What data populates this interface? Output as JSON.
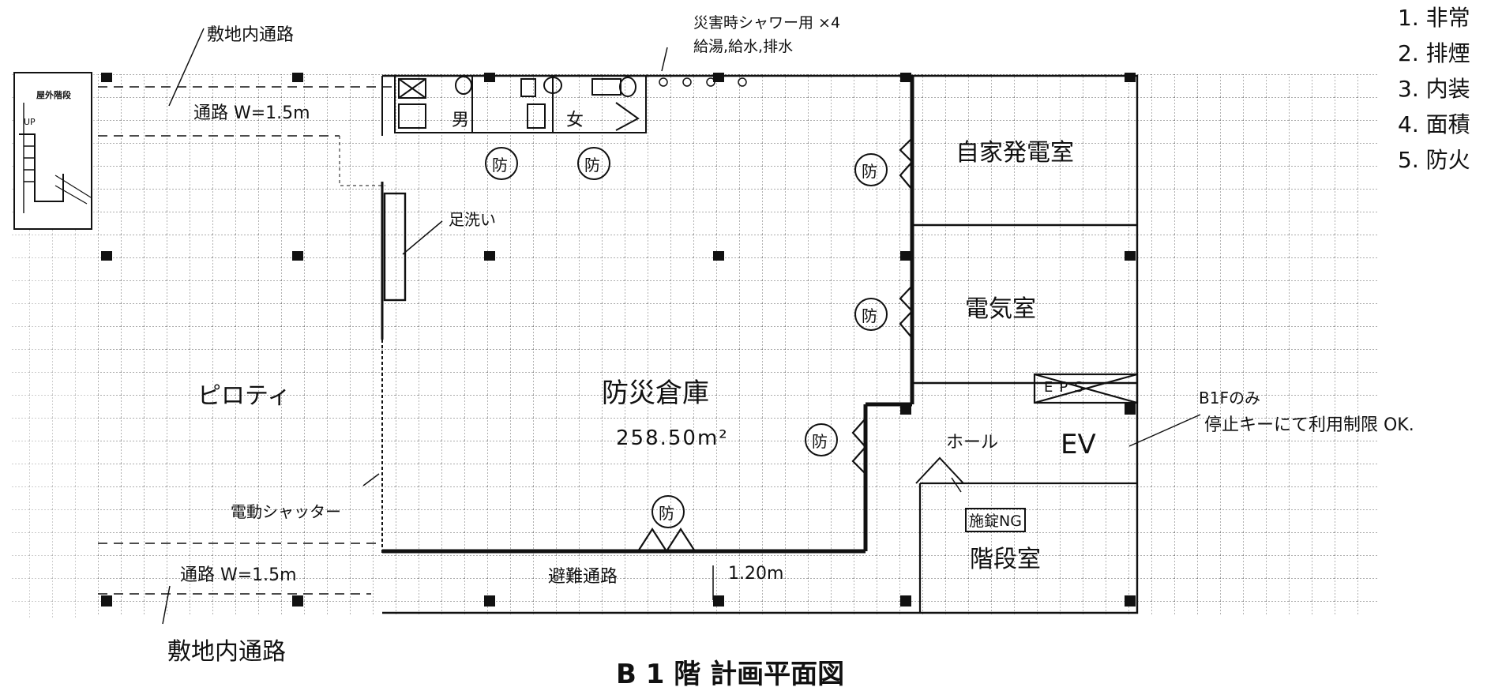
{
  "labels": {
    "site_passage_top": "敷地内通路",
    "site_passage_bottom": "敷地内通路",
    "passage_width_top": "通路 W=1.5m",
    "passage_width_bottom": "通路 W=1.5m",
    "outdoor_stairs": "屋外階段",
    "up": "UP",
    "disaster_shower": "災害時シャワー用 ×4",
    "shower_services": "給湯,給水,排水",
    "mens_toilet": "男",
    "womens_toilet": "女",
    "fire_door": "防",
    "foot_wash": "足洗い",
    "private_generator_room": "自家発電室",
    "electrical_room": "電気室",
    "piloti": "ピロティ",
    "disaster_warehouse": "防災倉庫",
    "floor_area": "258.50m²",
    "electric_shutter": "電動シャッター",
    "evacuation_route": "避難通路",
    "route_width": "1.20m",
    "hall": "ホール",
    "ev": "EV",
    "eps": "EPS",
    "b1f_only": "B1Fのみ",
    "stop_key_note": "停止キーにて利用制限 OK.",
    "lock_ng": "施錠NG",
    "stair_room": "階段室",
    "floor_plan_title": "B 1 階 計画平面図"
  },
  "legend": {
    "items": [
      "1. 非常",
      "2. 排煙",
      "3. 内装",
      "4. 面積",
      "5. 防火"
    ]
  }
}
